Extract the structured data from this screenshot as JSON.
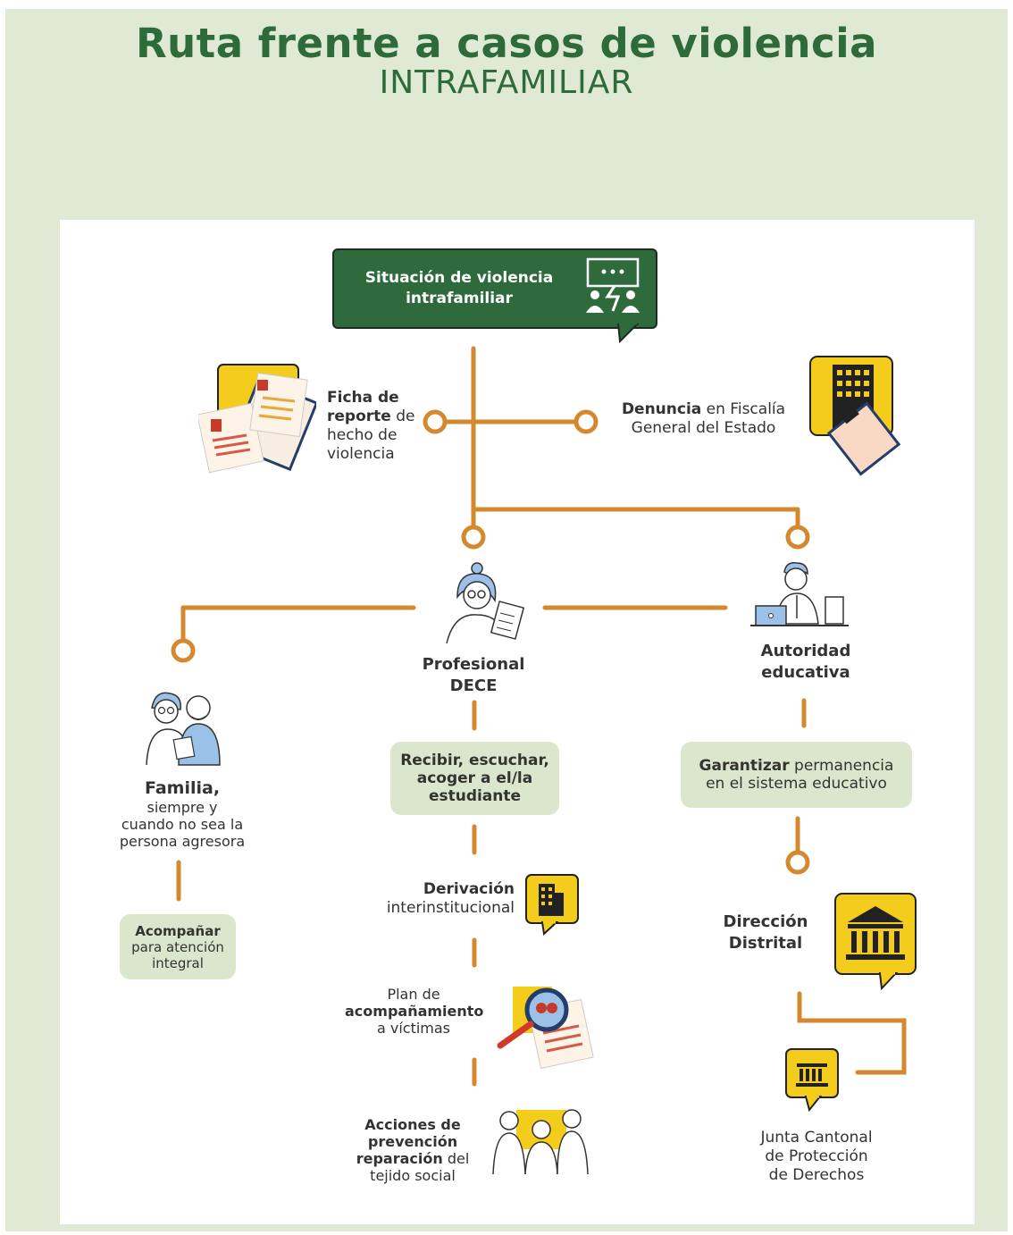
{
  "title": {
    "main": "Ruta frente a casos de violencia",
    "sub": "INTRAFAMILIAR"
  },
  "start": {
    "line1": "Situación de violencia",
    "line2": "intrafamiliar"
  },
  "ficha": {
    "l1": "Ficha de",
    "l2a": "reporte",
    "l2b": " de",
    "l3": "hecho de",
    "l4": "violencia"
  },
  "denuncia": {
    "bold": "Denuncia",
    "rest": " en Fiscalía",
    "l2": "General del Estado"
  },
  "dece": {
    "l1": "Profesional",
    "l2": "DECE"
  },
  "autoridad": {
    "l1": "Autoridad",
    "l2": "educativa"
  },
  "familia": {
    "l1": "Familia,",
    "l2": "siempre y",
    "l3": "cuando no sea la",
    "l4": "persona agresora"
  },
  "acompanar": {
    "l1": "Acompañar",
    "l2": "para atención",
    "l3": "integral"
  },
  "recibir": {
    "l1": "Recibir, escuchar,",
    "l2": "acoger a el/la",
    "l3": "estudiante"
  },
  "garantizar": {
    "bold": "Garantizar",
    "rest": " permanencia",
    "l2": "en el sistema educativo"
  },
  "derivacion": {
    "l1": "Derivación",
    "l2": "interinstitucional"
  },
  "plan": {
    "l1": "Plan de",
    "l2": "acompañamiento",
    "l3": "a víctimas"
  },
  "acciones": {
    "l1": "Acciones de",
    "l2": "prevención",
    "l3a": "reparación",
    "l3b": " del",
    "l4": "tejido social"
  },
  "direccion": {
    "l1": "Dirección",
    "l2": "Distrital"
  },
  "junta": {
    "l1": "Junta Cantonal",
    "l2": "de Protección",
    "l3": "de Derechos"
  },
  "colors": {
    "dark_green": "#2e6a3c",
    "orange": "#d4892e",
    "yellow": "#f4cc1c",
    "light_green": "#dbe7cc",
    "bg_green": "#dfe9d3"
  },
  "icons": [
    "chat-conflict-icon",
    "report-form-icon",
    "building-clipboard-icon",
    "teacher-icon",
    "office-worker-icon",
    "family-icon",
    "building-icon",
    "magnifier-documents-icon",
    "community-icon",
    "institution-icon"
  ]
}
